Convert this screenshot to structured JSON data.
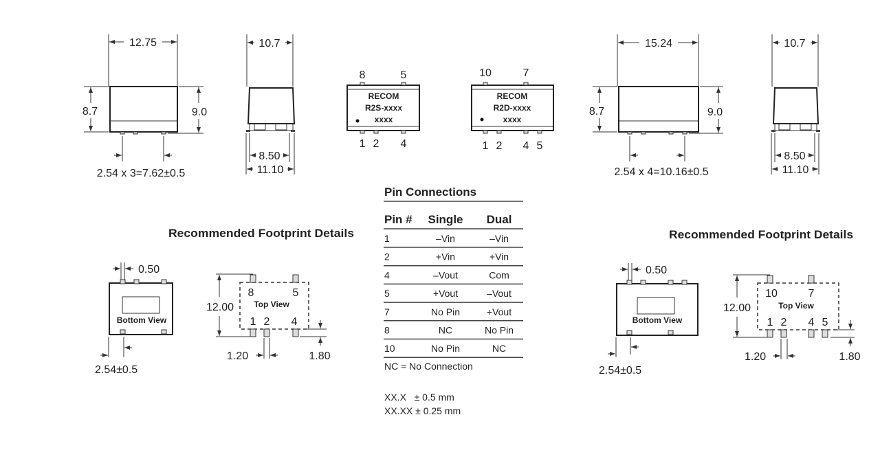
{
  "single": {
    "front": {
      "width": "12.75",
      "height_left": "8.7",
      "height_right": "9.0",
      "pitch": "2.54 x 3=7.62±0.5"
    },
    "side": {
      "depth": "10.7",
      "inner": "8.50",
      "outer": "11.10"
    },
    "top": {
      "brand": "RECOM",
      "model": "R2S-xxxx",
      "code": "xxxx",
      "pins_top": [
        "8",
        "5"
      ],
      "pins_bottom": [
        "1",
        "2",
        "4"
      ]
    },
    "footprint": {
      "title": "Recommended Footprint Details",
      "pad_width": "0.50",
      "pitch": "2.54±0.5",
      "bottom_label": "Bottom View",
      "top_label": "Top View",
      "height": "12.00",
      "pad_size": "1.20",
      "pad_len": "1.80",
      "pins_top": [
        "8",
        "5"
      ],
      "pins_bottom": [
        "1",
        "2",
        "4"
      ]
    }
  },
  "dual": {
    "front": {
      "width": "15.24",
      "height_left": "8.7",
      "height_right": "9.0",
      "pitch": "2.54 x 4=10.16±0.5"
    },
    "side": {
      "depth": "10.7",
      "inner": "8.50",
      "outer": "11.10"
    },
    "top": {
      "brand": "RECOM",
      "model": "R2D-xxxx",
      "code": "xxxx",
      "pins_top": [
        "10",
        "7"
      ],
      "pins_bottom": [
        "1",
        "2",
        "4",
        "5"
      ]
    },
    "footprint": {
      "title": "Recommended Footprint Details",
      "pad_width": "0.50",
      "pitch": "2.54±0.5",
      "bottom_label": "Bottom View",
      "top_label": "Top View",
      "height": "12.00",
      "pad_size": "1.20",
      "pad_len": "1.80",
      "pins_top": [
        "10",
        "7"
      ],
      "pins_bottom": [
        "1",
        "2",
        "4",
        "5"
      ]
    }
  },
  "pin_table": {
    "title": "Pin Connections",
    "headers": [
      "Pin #",
      "Single",
      "Dual"
    ],
    "rows": [
      [
        "1",
        "–Vin",
        "–Vin"
      ],
      [
        "2",
        "+Vin",
        "+Vin"
      ],
      [
        "4",
        "–Vout",
        "Com"
      ],
      [
        "5",
        "+Vout",
        "–Vout"
      ],
      [
        "7",
        "No Pin",
        "+Vout"
      ],
      [
        "8",
        "NC",
        "No Pin"
      ],
      [
        "10",
        "No Pin",
        "NC"
      ]
    ],
    "note": "NC = No Connection",
    "tolerances": [
      "XX.X   ± 0.5 mm",
      "XX.XX ± 0.25 mm"
    ]
  }
}
